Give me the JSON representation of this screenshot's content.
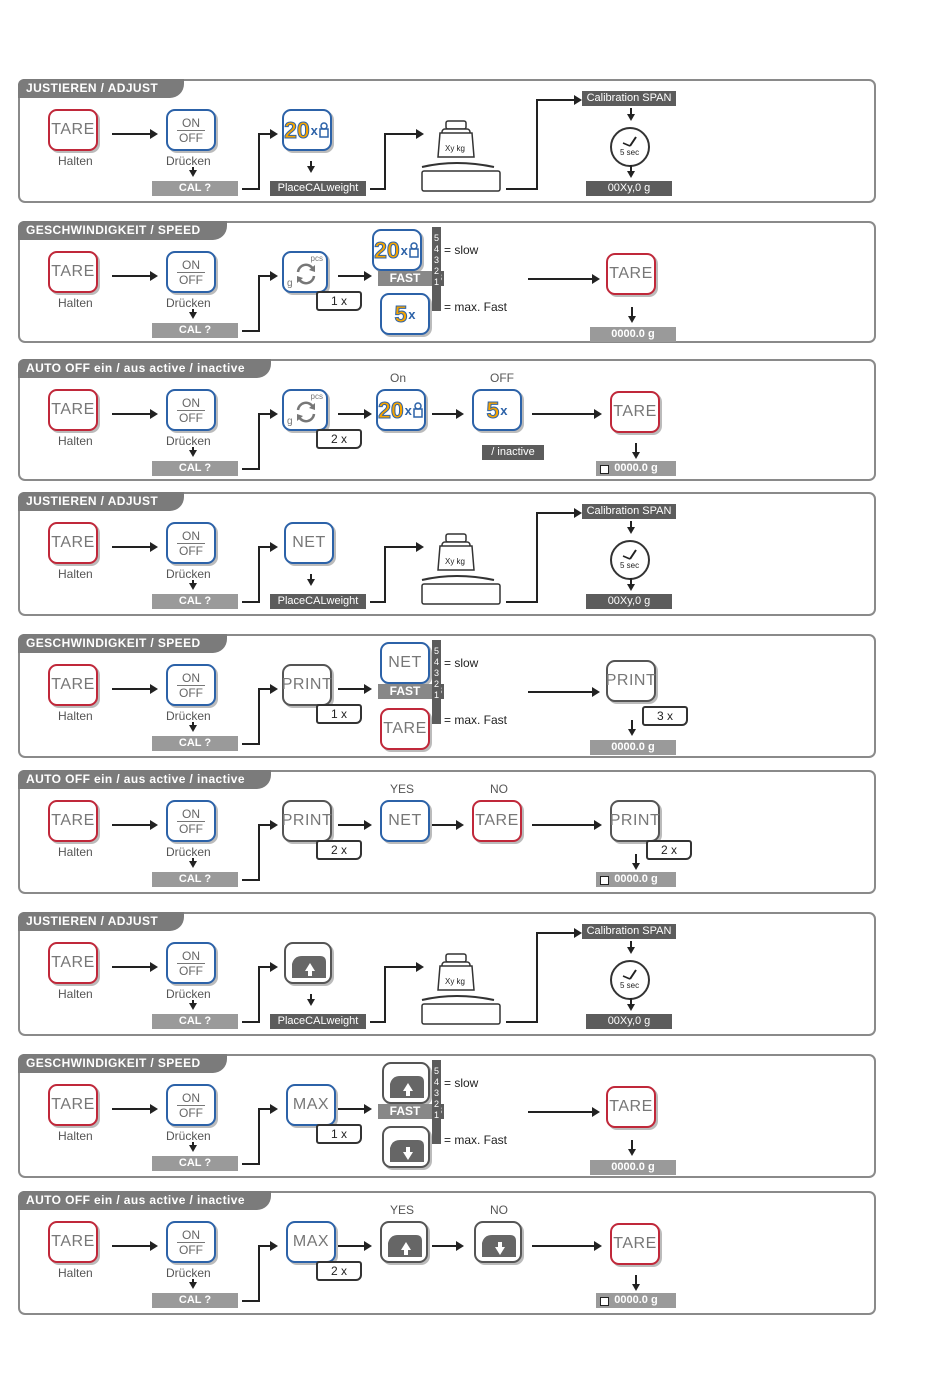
{
  "labels": {
    "tare": "TARE",
    "on": "ON",
    "off": "OFF",
    "halten": "Halten",
    "druecken": "Drücken",
    "cal": "CAL ?",
    "place_cal": "PlaceCALweight",
    "cal_span": "Calibration SPAN",
    "xy_kg": "Xy kg",
    "five_sec": "5 sec",
    "cal_value": "00Xy,0 g",
    "zero_value": "0000.0 g",
    "slow": "= slow",
    "max_fast": "= max. Fast",
    "fast": "FAST",
    "three": "3",
    "steps": [
      "5",
      "4",
      "3",
      "2",
      "1"
    ],
    "net": "NET",
    "print": "PRINT",
    "max": "MAX",
    "pcs": "pcs",
    "g": "g",
    "num20": "20",
    "num5": "5",
    "x": "x",
    "on_txt": "On",
    "off_txt": "OFF",
    "inactive": "/ inactive",
    "yes": "YES",
    "no": "NO",
    "m1x": "1 x",
    "m2x": "2 x",
    "m3x": "3 x"
  },
  "sections": [
    {
      "title": "JUSTIEREN / ADJUST"
    },
    {
      "title": "GESCHWINDIGKEIT / SPEED"
    },
    {
      "title": "AUTO OFF  ein / aus    active / inactive"
    },
    {
      "title": "JUSTIEREN / ADJUST"
    },
    {
      "title": "GESCHWINDIGKEIT / SPEED"
    },
    {
      "title": "AUTO OFF  ein / aus    active / inactive"
    },
    {
      "title": "JUSTIEREN / ADJUST"
    },
    {
      "title": "GESCHWINDIGKEIT / SPEED"
    },
    {
      "title": "AUTO OFF  ein / aus    active / inactive"
    }
  ],
  "colors": {
    "red": "#c0283a",
    "blue": "#2c62a8",
    "orange": "#f5a300",
    "gray": "#7b7b7b"
  },
  "icons": [
    "arrow-up-icon",
    "arrow-down-icon",
    "stopwatch-icon",
    "scale-icon",
    "refresh-icon"
  ]
}
